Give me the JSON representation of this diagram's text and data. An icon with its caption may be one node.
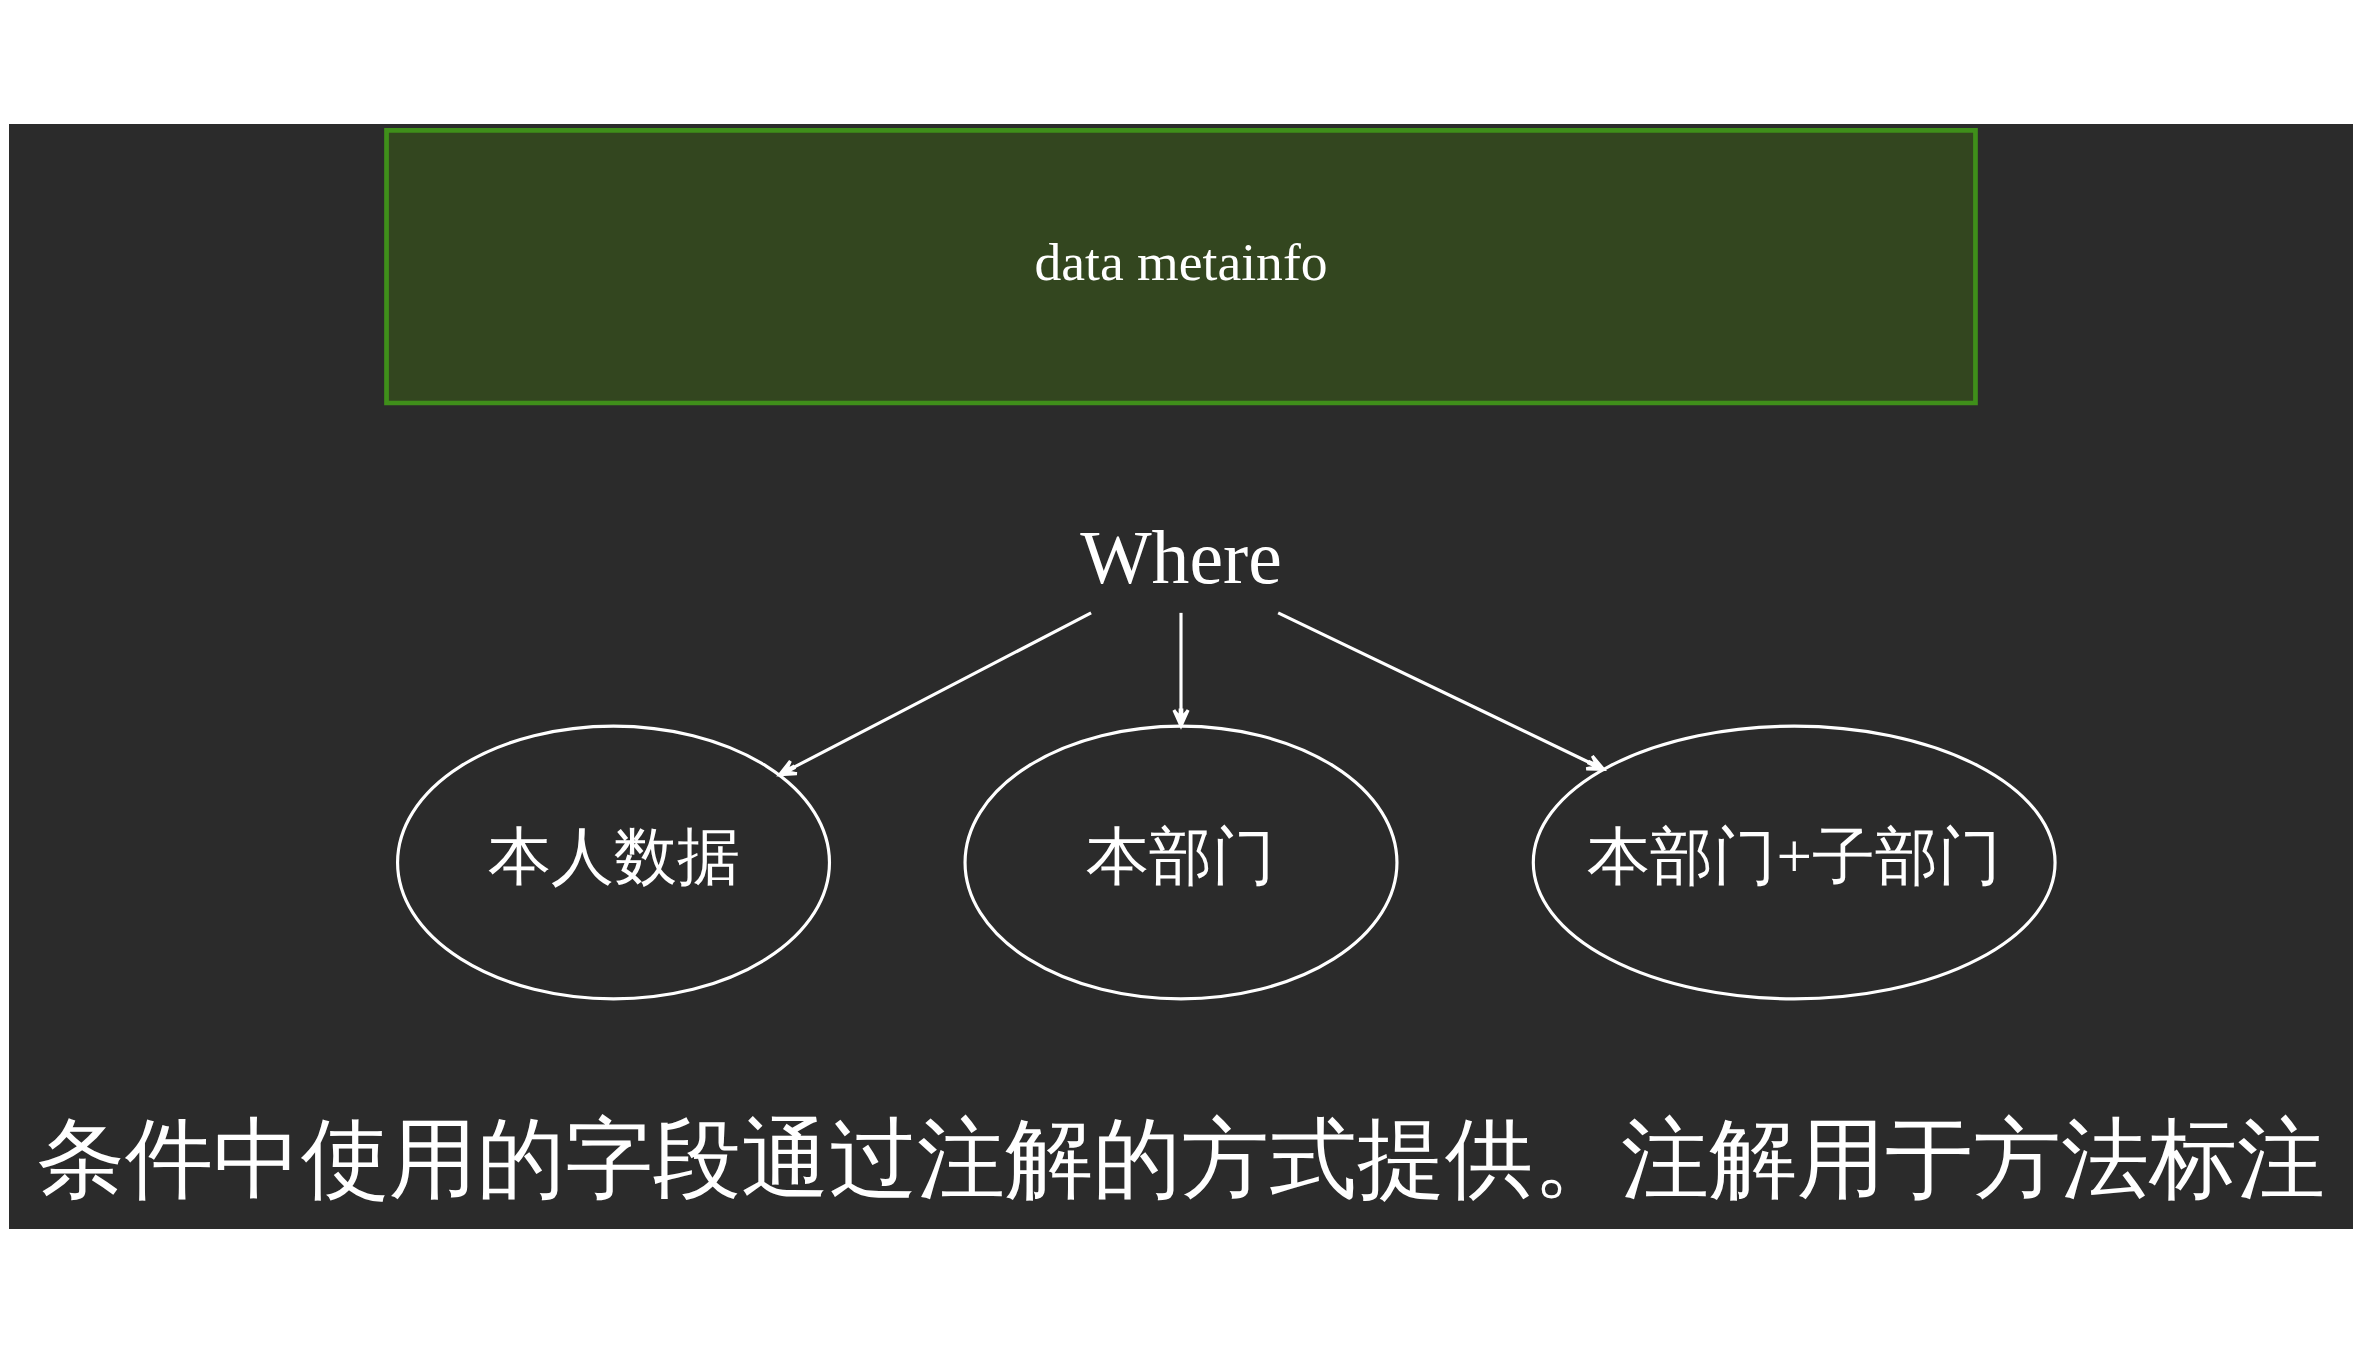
{
  "diagram": {
    "nodes": [
      {
        "text": [
          "data metainfo"
        ]
      },
      {
        "text": [
          "Where"
        ]
      },
      {
        "text": [
          "本人数据"
        ]
      },
      {
        "text": [
          "本部门"
        ]
      },
      {
        "text": [
          "本部门+子部门"
        ]
      }
    ],
    "edges": [
      {
        "from": 1,
        "to": 2,
        "arrow": "to"
      },
      {
        "from": 1,
        "to": 3,
        "arrow": "to"
      },
      {
        "from": 1,
        "to": 4,
        "arrow": "to"
      }
    ],
    "labels": [
      "条件中使用的字段通过注解的方式提供。注解用于方法标注"
    ]
  }
}
